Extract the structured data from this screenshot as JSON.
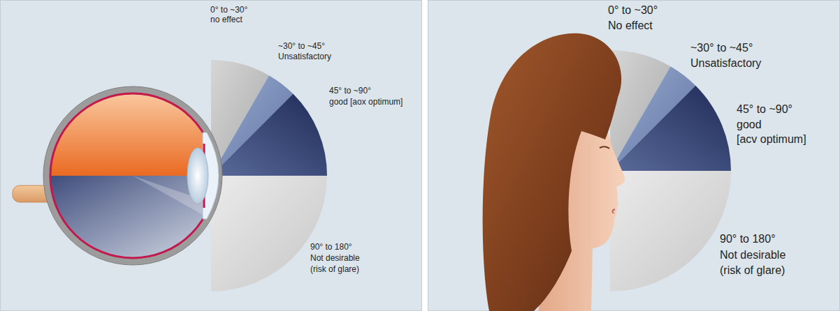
{
  "diagram": {
    "labels": [
      "0° to ~30°",
      "no effect",
      "~30° to ~45°",
      "Unsatisfactory",
      "45° to ~90°",
      "good [aox optimum]",
      "90° to 180°",
      "Not desirable",
      "(risk of glare)",
      "0° to ~30°",
      "No effect",
      "~30° to ~45°",
      "Unsatisfactory",
      "45° to ~90°",
      "good",
      "[acv optimum]",
      "90° to 180°",
      "Not desirable",
      "(risk of glare)"
    ]
  }
}
